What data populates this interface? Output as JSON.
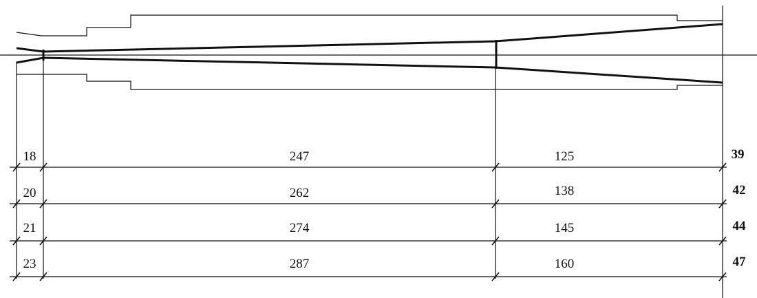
{
  "rows": [
    {
      "a": "18",
      "b": "247",
      "c": "125",
      "d": "39"
    },
    {
      "a": "20",
      "b": "262",
      "c": "138",
      "d": "42"
    },
    {
      "a": "21",
      "b": "274",
      "c": "145",
      "d": "44"
    },
    {
      "a": "23",
      "b": "287",
      "c": "160",
      "d": "47"
    }
  ]
}
